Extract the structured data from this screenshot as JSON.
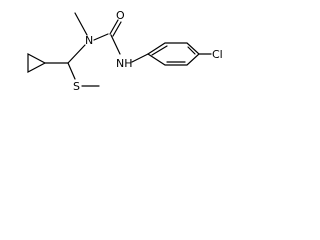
{
  "molecule": {
    "atoms": {
      "n_amide": "N",
      "o_carbonyl": "O",
      "nh": "NH",
      "s_thio": "S",
      "cl": "Cl"
    }
  }
}
